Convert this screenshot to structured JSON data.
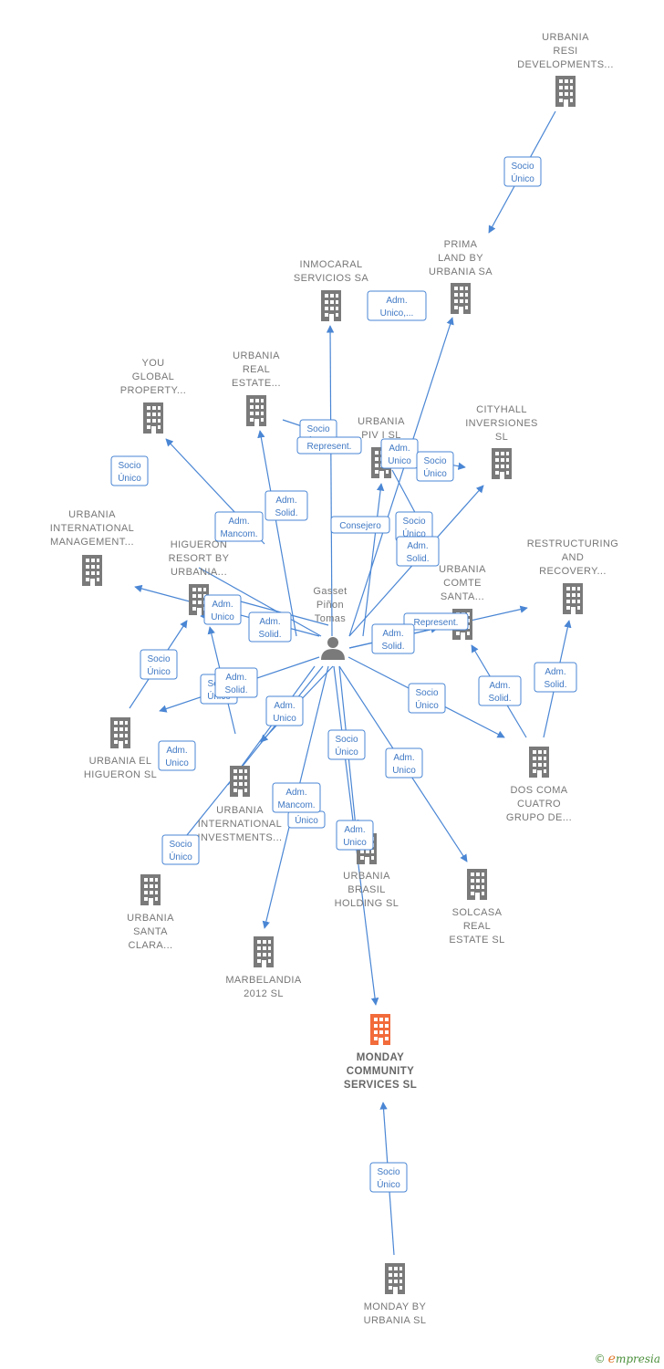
{
  "colors": {
    "edge": "#4a86d4",
    "building": "#7a7a7a",
    "focus": "#f26b3a",
    "label": "#777777"
  },
  "center": {
    "id": "person",
    "lines": [
      "Gasset",
      "Piñon",
      "Tomas"
    ],
    "icon": "person-icon"
  },
  "nodes": [
    {
      "id": "resi",
      "lines": [
        "URBANIA",
        "RESI",
        "DEVELOPMENTS..."
      ]
    },
    {
      "id": "prima",
      "lines": [
        "PRIMA",
        "LAND BY",
        "URBANIA SA"
      ]
    },
    {
      "id": "inmocaral",
      "lines": [
        "INMOCARAL",
        "SERVICIOS SA"
      ]
    },
    {
      "id": "youglobal",
      "lines": [
        "YOU",
        "GLOBAL",
        "PROPERTY..."
      ]
    },
    {
      "id": "realestate",
      "lines": [
        "URBANIA",
        "REAL",
        "ESTATE..."
      ]
    },
    {
      "id": "piv",
      "lines": [
        "URBANIA",
        "PIV I  SL"
      ]
    },
    {
      "id": "cityhall",
      "lines": [
        "CITYHALL",
        "INVERSIONES",
        "SL"
      ]
    },
    {
      "id": "intlmgmt",
      "lines": [
        "URBANIA",
        "INTERNATIONAL",
        "MANAGEMENT..."
      ]
    },
    {
      "id": "higueron",
      "lines": [
        "HIGUERON",
        "RESORT BY",
        "URBANIA..."
      ]
    },
    {
      "id": "comte",
      "lines": [
        "URBANIA",
        "COMTE",
        "SANTA..."
      ]
    },
    {
      "id": "restructuring",
      "lines": [
        "RESTRUCTURING",
        "AND",
        "RECOVERY..."
      ]
    },
    {
      "id": "elhigueron",
      "lines": [
        "URBANIA EL",
        "HIGUERON  SL"
      ]
    },
    {
      "id": "dosc",
      "lines": [
        "DOS COMA",
        "CUATRO",
        "GRUPO DE..."
      ]
    },
    {
      "id": "intlinv",
      "lines": [
        "URBANIA",
        "INTERNATIONAL",
        "INVESTMENTS..."
      ]
    },
    {
      "id": "brasil",
      "lines": [
        "URBANIA",
        "BRASIL",
        "HOLDING  SL"
      ]
    },
    {
      "id": "solcasa",
      "lines": [
        "SOLCASA",
        "REAL",
        "ESTATE  SL"
      ]
    },
    {
      "id": "santaclara",
      "lines": [
        "URBANIA",
        "SANTA",
        "CLARA..."
      ]
    },
    {
      "id": "marbelandia",
      "lines": [
        "MARBELANDIA",
        "2012 SL"
      ]
    },
    {
      "id": "monday",
      "lines": [
        "MONDAY",
        "COMMUNITY",
        "SERVICES  SL"
      ],
      "focus": true
    },
    {
      "id": "mondayby",
      "lines": [
        "MONDAY BY",
        "URBANIA  SL"
      ]
    }
  ],
  "relations": [
    [
      "Socio",
      "Único"
    ],
    [
      "Adm.",
      "Unico,..."
    ],
    [
      "Socio",
      "Único"
    ],
    [
      "Adm.",
      "Mancom."
    ],
    [
      "Adm.",
      "Solid."
    ],
    [
      "Socio",
      "Único"
    ],
    [
      "Represent."
    ],
    [
      "Adm.",
      "Unico"
    ],
    [
      "Socio",
      "Único"
    ],
    [
      "Consejero"
    ],
    [
      "Socio",
      "Único"
    ],
    [
      "Adm.",
      "Solid."
    ],
    [
      "Adm.",
      "Unico"
    ],
    [
      "Adm.",
      "Solid."
    ],
    [
      "Represent."
    ],
    [
      "Adm.",
      "Solid."
    ],
    [
      "Socio",
      "Único"
    ],
    [
      "Socio",
      "Único"
    ],
    [
      "Adm.",
      "Solid."
    ],
    [
      "Adm.",
      "Solid."
    ],
    [
      "Socio",
      "Único"
    ],
    [
      "Adm.",
      "Unico"
    ],
    [
      "Adm.",
      "Solid."
    ],
    [
      "Adm.",
      "Unico"
    ],
    [
      "Adm.",
      "Unico"
    ],
    [
      "Socio",
      "Único"
    ],
    [
      "Único"
    ],
    [
      "Adm.",
      "Mancom."
    ],
    [
      "Adm.",
      "Unico"
    ],
    [
      "Socio",
      "Único"
    ],
    [
      "Socio",
      "Único"
    ]
  ],
  "footer": {
    "copyright": "©",
    "brand_initial": "e",
    "brand_rest": "mpresia"
  }
}
